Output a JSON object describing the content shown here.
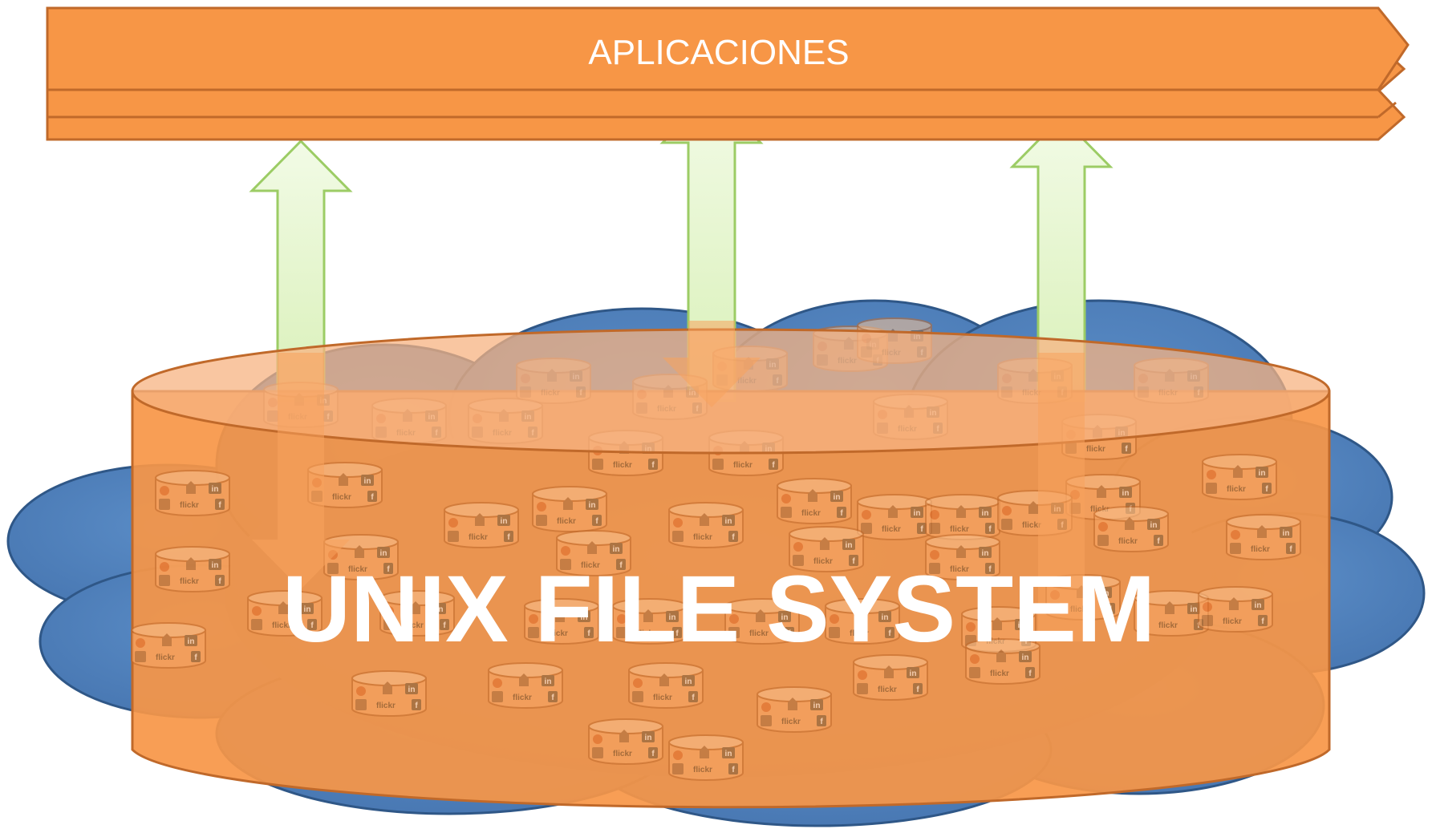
{
  "banner": {
    "label": "APLICACIONES"
  },
  "storage": {
    "label": "UNIX FILE SYSTEM"
  },
  "mini_db": {
    "label": "flickr",
    "badge": "in",
    "badge2": "f"
  },
  "colors": {
    "banner_fill": "#f79646",
    "banner_stroke": "#c0692a",
    "cylinder_fill": "#f79646",
    "cylinder_stroke": "#c0692a",
    "cloud_fill": "#4f81bd",
    "cloud_stroke": "#2f5787",
    "arrow_fill": "#eaf7d6",
    "arrow_stroke": "#9ccc65",
    "text_color": "#ffffff"
  },
  "arrows_up": 3,
  "arrows_down": 3
}
